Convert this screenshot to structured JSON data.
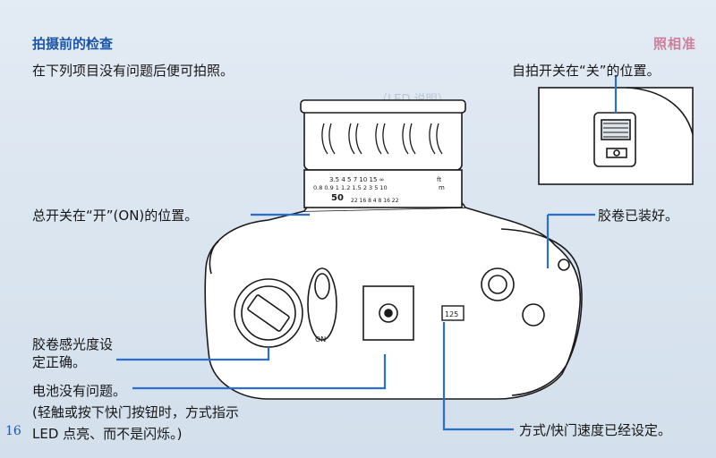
{
  "header": {
    "title": "拍摄前的检查",
    "section_mark": "照相准"
  },
  "intro": "在下列项目没有问题后便可拍照。",
  "callouts": {
    "self_timer": "自拍开关在“关”的位置。",
    "main_switch": "总开关在“开”(ON)的位置。",
    "film_loaded": "胶卷已装好。",
    "iso_line1": "胶卷感光度设",
    "iso_line2": "定正确。",
    "battery": "电池没有问题。",
    "note_line1": "(轻触或按下快门按钮时，方式指示",
    "note_line2": "LED 点亮、而不是闪烁。)",
    "mode_speed": "方式/快门速度已经设定。"
  },
  "page_number": "16",
  "lens_markings": {
    "scale_ft": "3.5  4  5  7  10 15 ∞",
    "scale_m": "0.8 0.9 1  1.2  1.5  2  3  5  10",
    "unit_ft": "ft",
    "unit_m": "m",
    "aperture": "50",
    "dof": "22 16 8 4 8 16 22"
  },
  "camera_markings": {
    "on_label": "ON",
    "shutter_display": "125"
  },
  "colors": {
    "accent": "#1b56a8",
    "pointer": "#2a6fcf",
    "paper": "#dde7f1"
  }
}
